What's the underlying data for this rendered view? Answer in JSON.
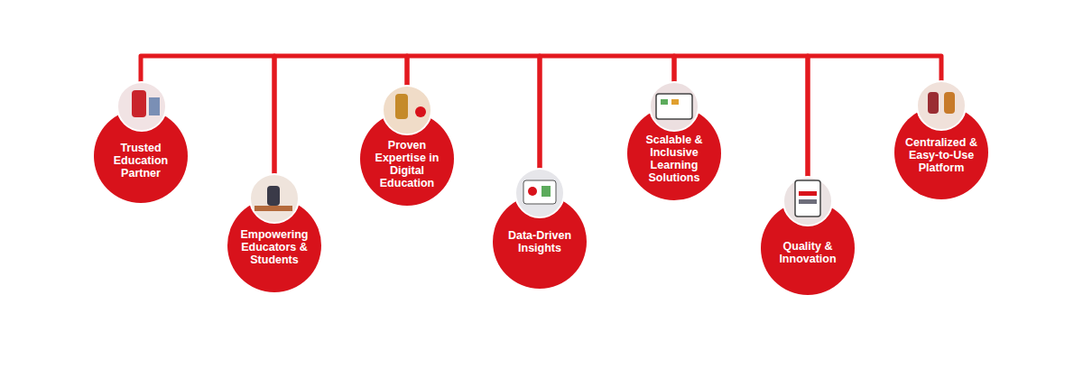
{
  "diagram": {
    "nodes": [
      {
        "text": [
          "Trusted Education Partner"
        ]
      },
      {
        "text": [
          "Empowering Educators & Students"
        ]
      },
      {
        "text": [
          "Proven Expertise in Digital Education"
        ]
      },
      {
        "text": [
          "Data-Driven Insights"
        ]
      },
      {
        "text": [
          "Scalable & Inclusive Learning Solutions"
        ]
      },
      {
        "text": [
          "Quality & Innovation"
        ]
      },
      {
        "text": [
          "Centralized & Easy-to-Use Platform"
        ]
      }
    ],
    "edges": [
      {
        "from": 0,
        "to": 1,
        "arrow": "none"
      },
      {
        "from": 1,
        "to": 2,
        "arrow": "none"
      },
      {
        "from": 2,
        "to": 3,
        "arrow": "none"
      },
      {
        "from": 3,
        "to": 4,
        "arrow": "none"
      },
      {
        "from": 4,
        "to": 5,
        "arrow": "none"
      },
      {
        "from": 5,
        "to": 6,
        "arrow": "none"
      }
    ]
  }
}
